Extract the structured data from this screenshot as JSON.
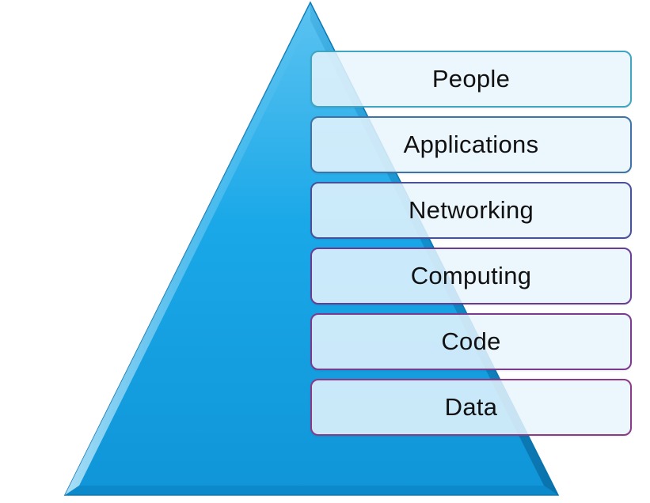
{
  "diagram": {
    "shape": "pyramid",
    "colors": {
      "pyramid_light": "#7fd0f5",
      "pyramid_mid": "#19a6e6",
      "pyramid_dark": "#0e87c7",
      "pyramid_edge": "#0b78b4",
      "box_fill": "#e8f4fd",
      "box_border_top": "#3aa7c6",
      "box_border_bottom": "#8a3a8c"
    },
    "layers": [
      {
        "label": "People",
        "border": "#3fa5c0"
      },
      {
        "label": "Applications",
        "border": "#3e73a8"
      },
      {
        "label": "Networking",
        "border": "#48509a"
      },
      {
        "label": "Computing",
        "border": "#6a3d95"
      },
      {
        "label": "Code",
        "border": "#7a3a8e"
      },
      {
        "label": "Data",
        "border": "#8a3a86"
      }
    ]
  }
}
